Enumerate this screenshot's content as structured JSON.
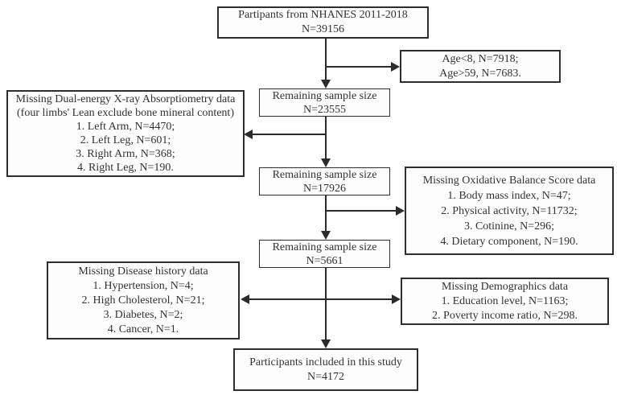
{
  "flowchart": {
    "description": "Participant selection flow diagram, NHANES 2011-2018",
    "colors": {
      "background": "#fefefe",
      "box_border": "#2e2e2e",
      "text": "#333333",
      "arrow": "#2b2b2b"
    },
    "boxes": {
      "top": {
        "lines": [
          "Partipants from NHANES 2011-2018",
          "N=39156"
        ]
      },
      "age_exclusion": {
        "lines": [
          "Age<8, N=7918;",
          "Age>59, N=7683."
        ]
      },
      "remaining_1": {
        "lines": [
          "Remaining sample size",
          "N=23555"
        ]
      },
      "dxa_exclusion": {
        "lines": [
          "Missing Dual-energy X-ray Absorptiometry data",
          "(four limbs' Lean exclude bone mineral content)",
          "1. Left Arm, N=4470;",
          "2. Left Leg, N=601;",
          "3. Right Arm, N=368;",
          "4. Right Leg, N=190."
        ]
      },
      "remaining_2": {
        "lines": [
          "Remaining sample size",
          "N=17926"
        ]
      },
      "obs_exclusion": {
        "lines": [
          "Missing Oxidative Balance Score data",
          "1. Body mass index, N=47;",
          "2. Physical activity, N=11732;",
          "3. Cotinine, N=296;",
          "4. Dietary component, N=190."
        ]
      },
      "remaining_3": {
        "lines": [
          "Remaining sample size",
          "N=5661"
        ]
      },
      "disease_exclusion": {
        "lines": [
          "Missing Disease history data",
          "1. Hypertension, N=4;",
          "2. High Cholesterol, N=21;",
          "3. Diabetes, N=2;",
          "4. Cancer, N=1."
        ]
      },
      "demographics_exclusion": {
        "lines": [
          "Missing Demographics data",
          "1. Education level, N=1163;",
          "2. Poverty income ratio, N=298."
        ]
      },
      "final": {
        "lines": [
          "Participants included in this study",
          "N=4172"
        ]
      }
    }
  }
}
